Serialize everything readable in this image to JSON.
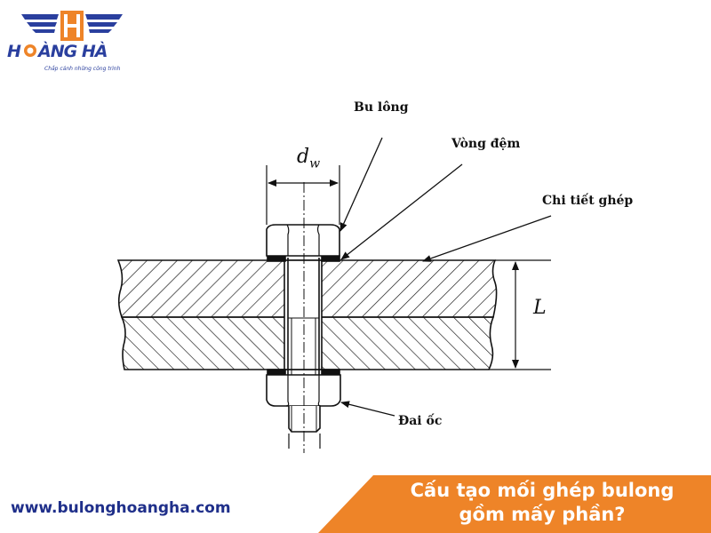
{
  "logo": {
    "brand": "HOÀNG HÀ",
    "tagline": "Chắp cánh những công trình",
    "colors": {
      "blue": "#2a3f9e",
      "orange": "#ee8428"
    }
  },
  "diagram": {
    "labels": {
      "bolt": "Bu lông",
      "washer": "Vòng đệm",
      "joined_parts": "Chi tiết ghép",
      "nut": "Đai ốc"
    },
    "dimensions": {
      "washer_diameter": "d",
      "washer_diameter_sub": "w",
      "length": "L"
    }
  },
  "footer": {
    "website": "www.bulonghoangha.com",
    "title_line1": "Cấu tạo mối ghép bulong",
    "title_line2": "gồm mấy phần?",
    "banner_color": "#ee8428"
  }
}
